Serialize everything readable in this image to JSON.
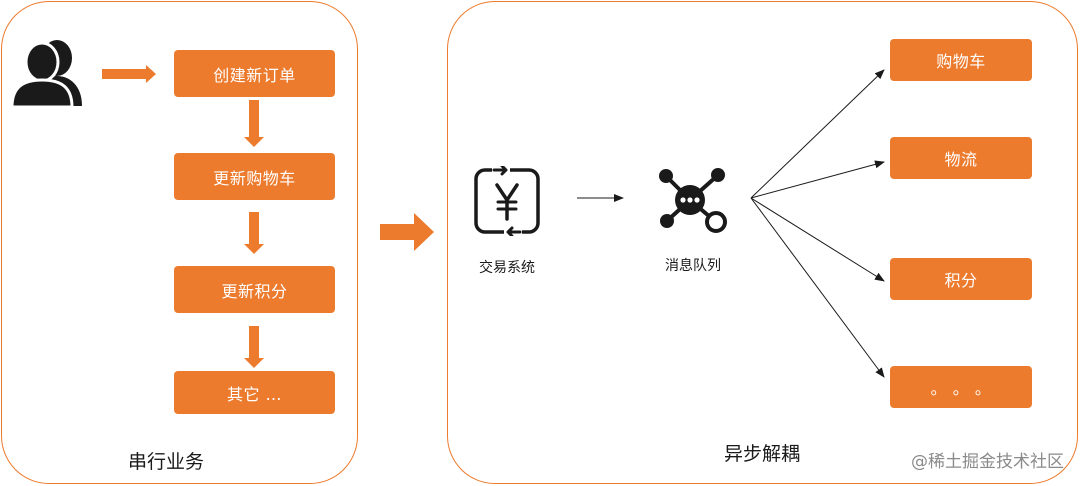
{
  "serial": {
    "title": "串行业务",
    "steps": [
      "创建新订单",
      "更新购物车",
      "更新积分",
      "其它 …"
    ]
  },
  "async": {
    "title": "异步解耦",
    "source_label": "交易系统",
    "queue_label": "消息队列",
    "targets": [
      "购物车",
      "物流",
      "积分",
      "。 。 。"
    ]
  },
  "watermark": "@稀土掘金技术社区",
  "colors": {
    "accent": "#ec7b2e",
    "icon_dark": "#1a1a1a"
  },
  "icons": {
    "user": "users-icon",
    "trade": "yen-exchange-icon",
    "queue": "message-queue-icon"
  }
}
